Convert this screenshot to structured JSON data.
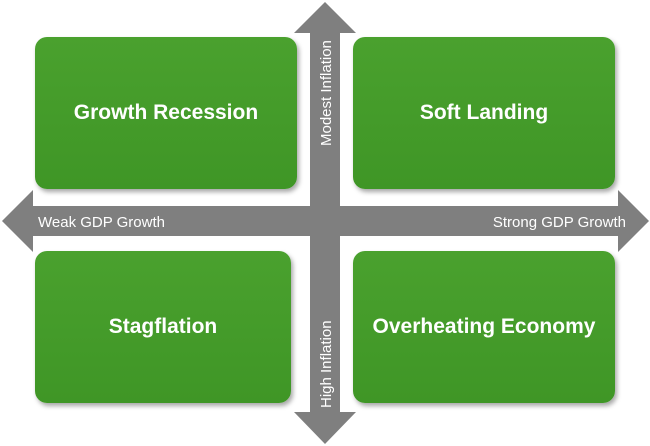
{
  "quadrants": {
    "top_left": "Growth Recession",
    "top_right": "Soft Landing",
    "bottom_left": "Stagflation",
    "bottom_right": "Overheating Economy"
  },
  "axes": {
    "left": "Weak GDP Growth",
    "right": "Strong GDP Growth",
    "top": "Modest Inflation",
    "bottom": "High Inflation"
  },
  "colors": {
    "box": "#3f9626",
    "arrow": "#7f7f7f",
    "text": "#ffffff"
  }
}
